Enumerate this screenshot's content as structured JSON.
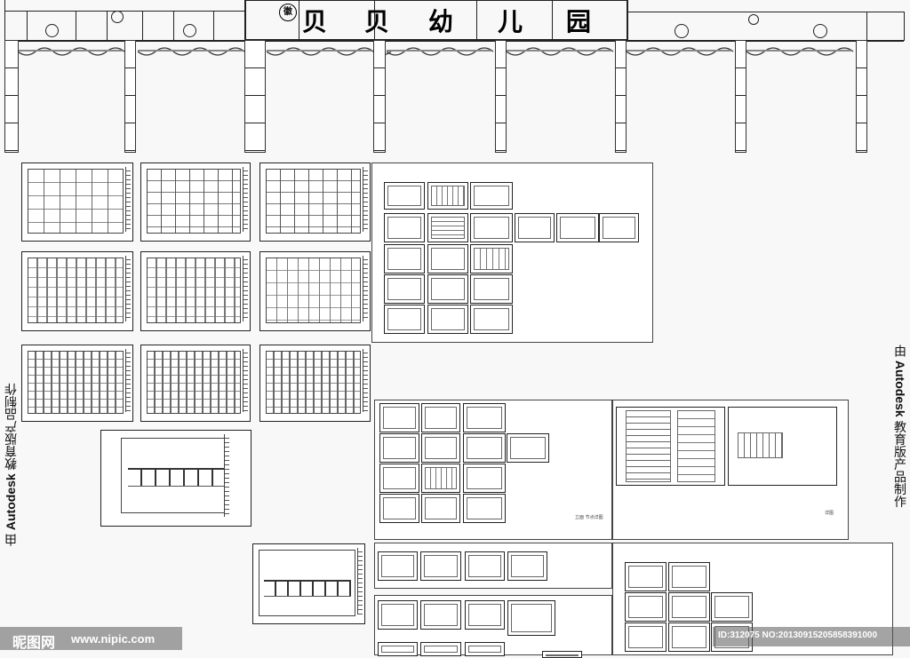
{
  "sign": {
    "emblem": "徽",
    "chars": [
      "贝",
      "贝",
      "幼",
      "儿",
      "园"
    ]
  },
  "vertical_text_left": {
    "prefix": "由",
    "brand": "Autodesk",
    "suffix": "教育版产品制作"
  },
  "vertical_text_right": {
    "prefix": "由",
    "brand": "Autodesk",
    "suffix": "教育版产品制作"
  },
  "notes": {
    "group_a": "立面 节点详图",
    "group_b": "详图"
  },
  "watermark": {
    "logo": "昵图网",
    "url": "www.nipic.com",
    "id_text": "ID:312075 NO:20130915205858391000"
  }
}
